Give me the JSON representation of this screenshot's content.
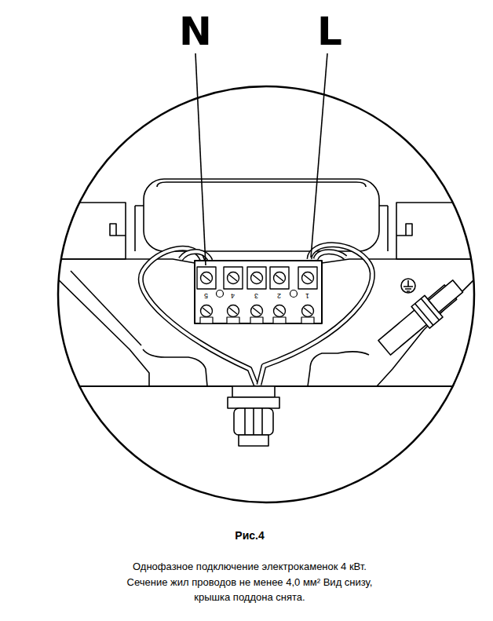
{
  "diagram": {
    "title": "Рис.4",
    "caption": "Однофазное подключение электрокаменок 4 кВт. Сечение жил проводов не менее 4,0 мм² Вид снизу, крышка поддона снята.",
    "labels": [
      "N",
      "L",
      "5",
      "4",
      "3",
      "2",
      "1"
    ]
  }
}
